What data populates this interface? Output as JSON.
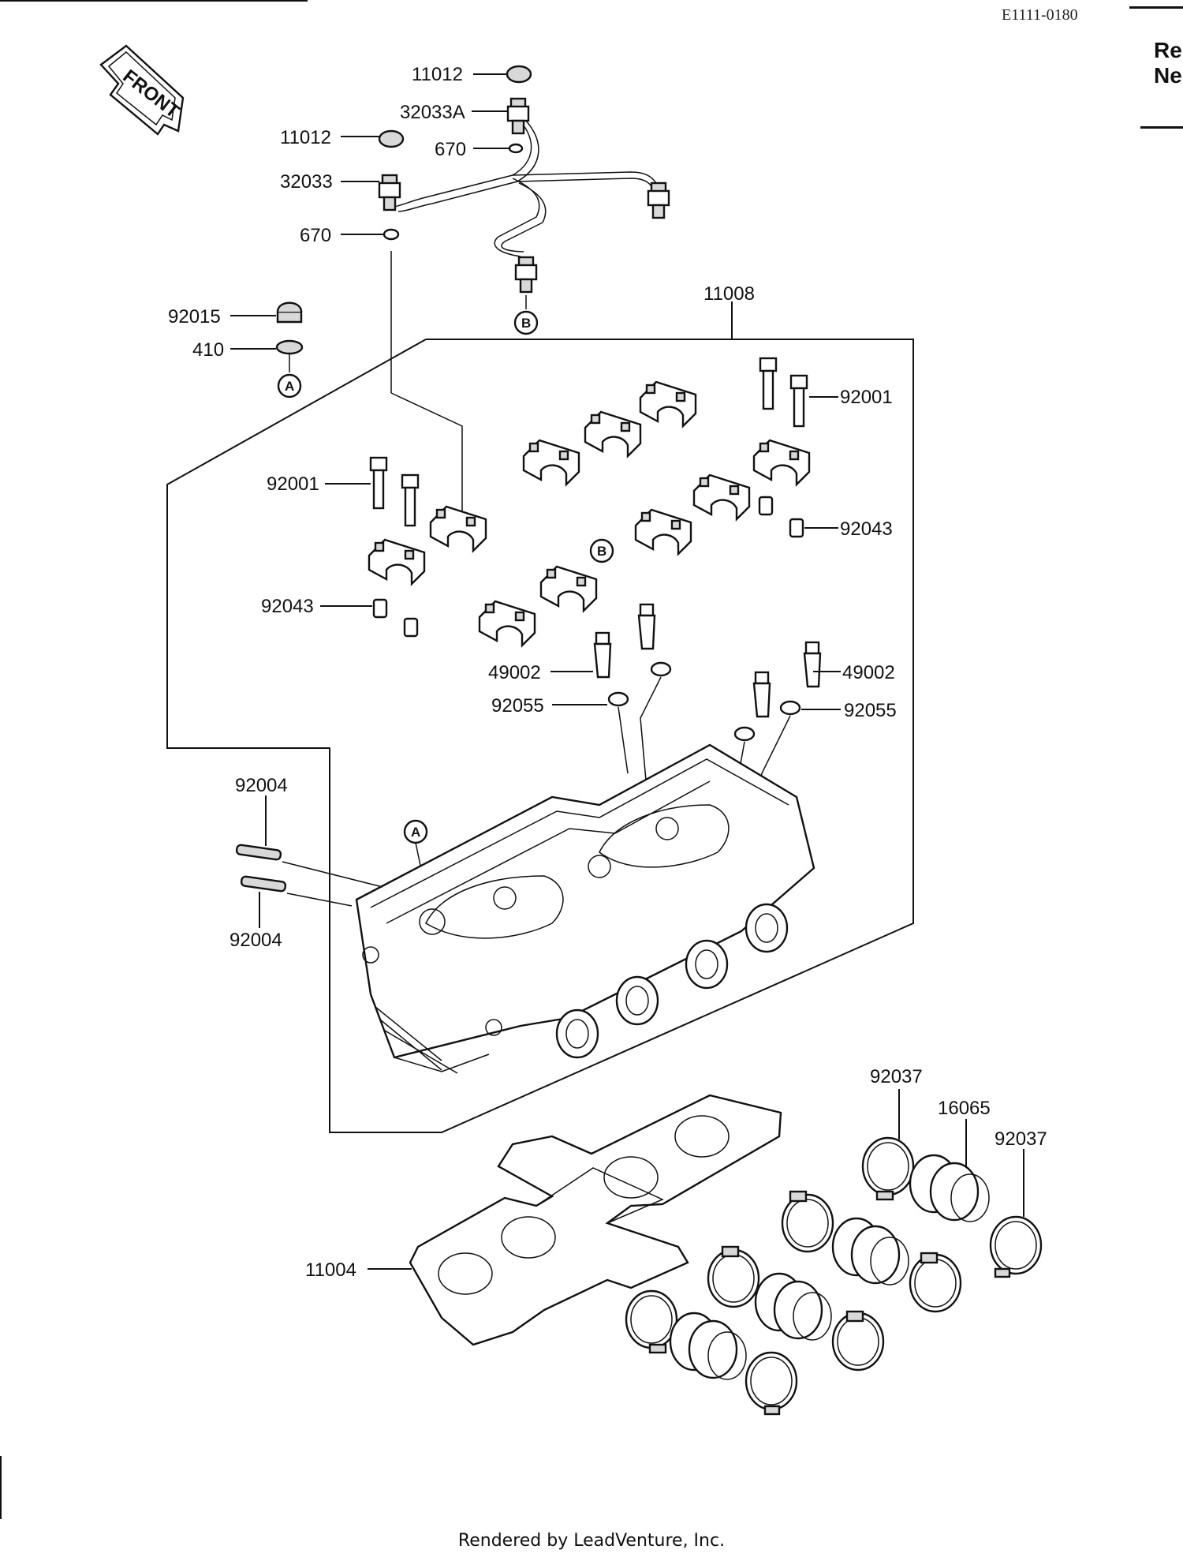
{
  "header": {
    "diagram_code": "E1111-0180",
    "side_text_line1": "Re",
    "side_text_line2": "Nе"
  },
  "front_arrow": {
    "text": "FRONT"
  },
  "callouts": [
    {
      "id": "c-11012-top",
      "text": "11012"
    },
    {
      "id": "c-32033a",
      "text": "32033A"
    },
    {
      "id": "c-11012-mid",
      "text": "11012"
    },
    {
      "id": "c-670-top",
      "text": "670"
    },
    {
      "id": "c-32033",
      "text": "32033"
    },
    {
      "id": "c-670-mid",
      "text": "670"
    },
    {
      "id": "c-11008",
      "text": "11008"
    },
    {
      "id": "c-92015",
      "text": "92015"
    },
    {
      "id": "c-410",
      "text": "410"
    },
    {
      "id": "c-92001-right",
      "text": "92001"
    },
    {
      "id": "c-92001-left",
      "text": "92001"
    },
    {
      "id": "c-92043-right",
      "text": "92043"
    },
    {
      "id": "c-92043-left",
      "text": "92043"
    },
    {
      "id": "c-49002-left",
      "text": "49002"
    },
    {
      "id": "c-49002-right",
      "text": "49002"
    },
    {
      "id": "c-92055-left",
      "text": "92055"
    },
    {
      "id": "c-92055-right",
      "text": "92055"
    },
    {
      "id": "c-92004-top",
      "text": "92004"
    },
    {
      "id": "c-92004-bottom",
      "text": "92004"
    },
    {
      "id": "c-92037-left",
      "text": "92037"
    },
    {
      "id": "c-16065",
      "text": "16065"
    },
    {
      "id": "c-92037-right",
      "text": "92037"
    },
    {
      "id": "c-11004",
      "text": "11004"
    }
  ],
  "reference_marks": {
    "a": "A",
    "b": "B"
  },
  "footer": {
    "text": "Rendered by LeadVenture, Inc."
  }
}
